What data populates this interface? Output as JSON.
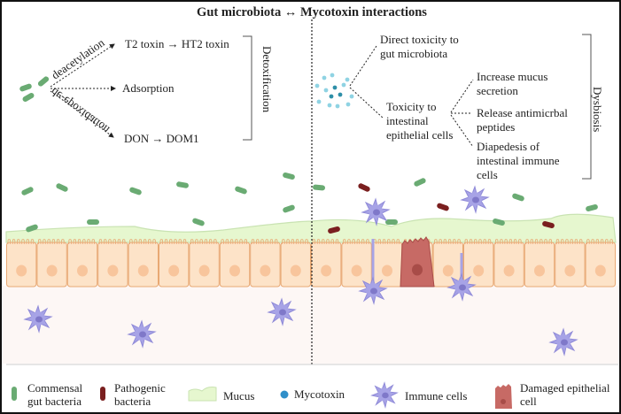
{
  "title": "Gut microbiota ↔ Mycotoxin interactions",
  "left": {
    "arrow_labels": {
      "top": "deacetylation",
      "bottom": "de-epoxidation"
    },
    "outcomes": [
      "T2 toxin → HT2 toxin",
      "Adsorption",
      "DON → DOM1"
    ],
    "group_label": "Detoxification"
  },
  "right": {
    "direct": [
      "Direct toxicity to",
      "gut microbiota"
    ],
    "epithelial": [
      "Toxicity to",
      "intestinal",
      "epithelial cells"
    ],
    "effects": [
      [
        "Increase mucus",
        "secretion"
      ],
      [
        "Release antimicrbal",
        "peptides"
      ],
      [
        "Diapedesis of",
        "intestinal immune",
        "cells"
      ]
    ],
    "group_label": "Dysbiosis"
  },
  "legend": [
    {
      "icon": "commensal-bacteria-icon",
      "lines": [
        "Commensal",
        "gut bacteria"
      ]
    },
    {
      "icon": "pathogenic-bacteria-icon",
      "lines": [
        "Pathogenic",
        "bacteria"
      ]
    },
    {
      "icon": "mucus-icon",
      "lines": [
        "Mucus"
      ]
    },
    {
      "icon": "mycotoxin-icon",
      "lines": [
        "Mycotoxin"
      ]
    },
    {
      "icon": "immune-cell-icon",
      "lines": [
        "Immune cells"
      ]
    },
    {
      "icon": "damaged-epithelial-cell-icon",
      "lines": [
        "Damaged epithelial",
        "cell"
      ]
    }
  ],
  "colors": {
    "commensal": "#6aab73",
    "pathogenic": "#7a1f1f",
    "mucus": "#e6f7cf",
    "epithelium": "#fde3c8",
    "nucleus": "#f8c59c",
    "immune": "#a7a3e6",
    "damaged": "#c76a65",
    "mycotoxin": "#3a9fbf"
  }
}
